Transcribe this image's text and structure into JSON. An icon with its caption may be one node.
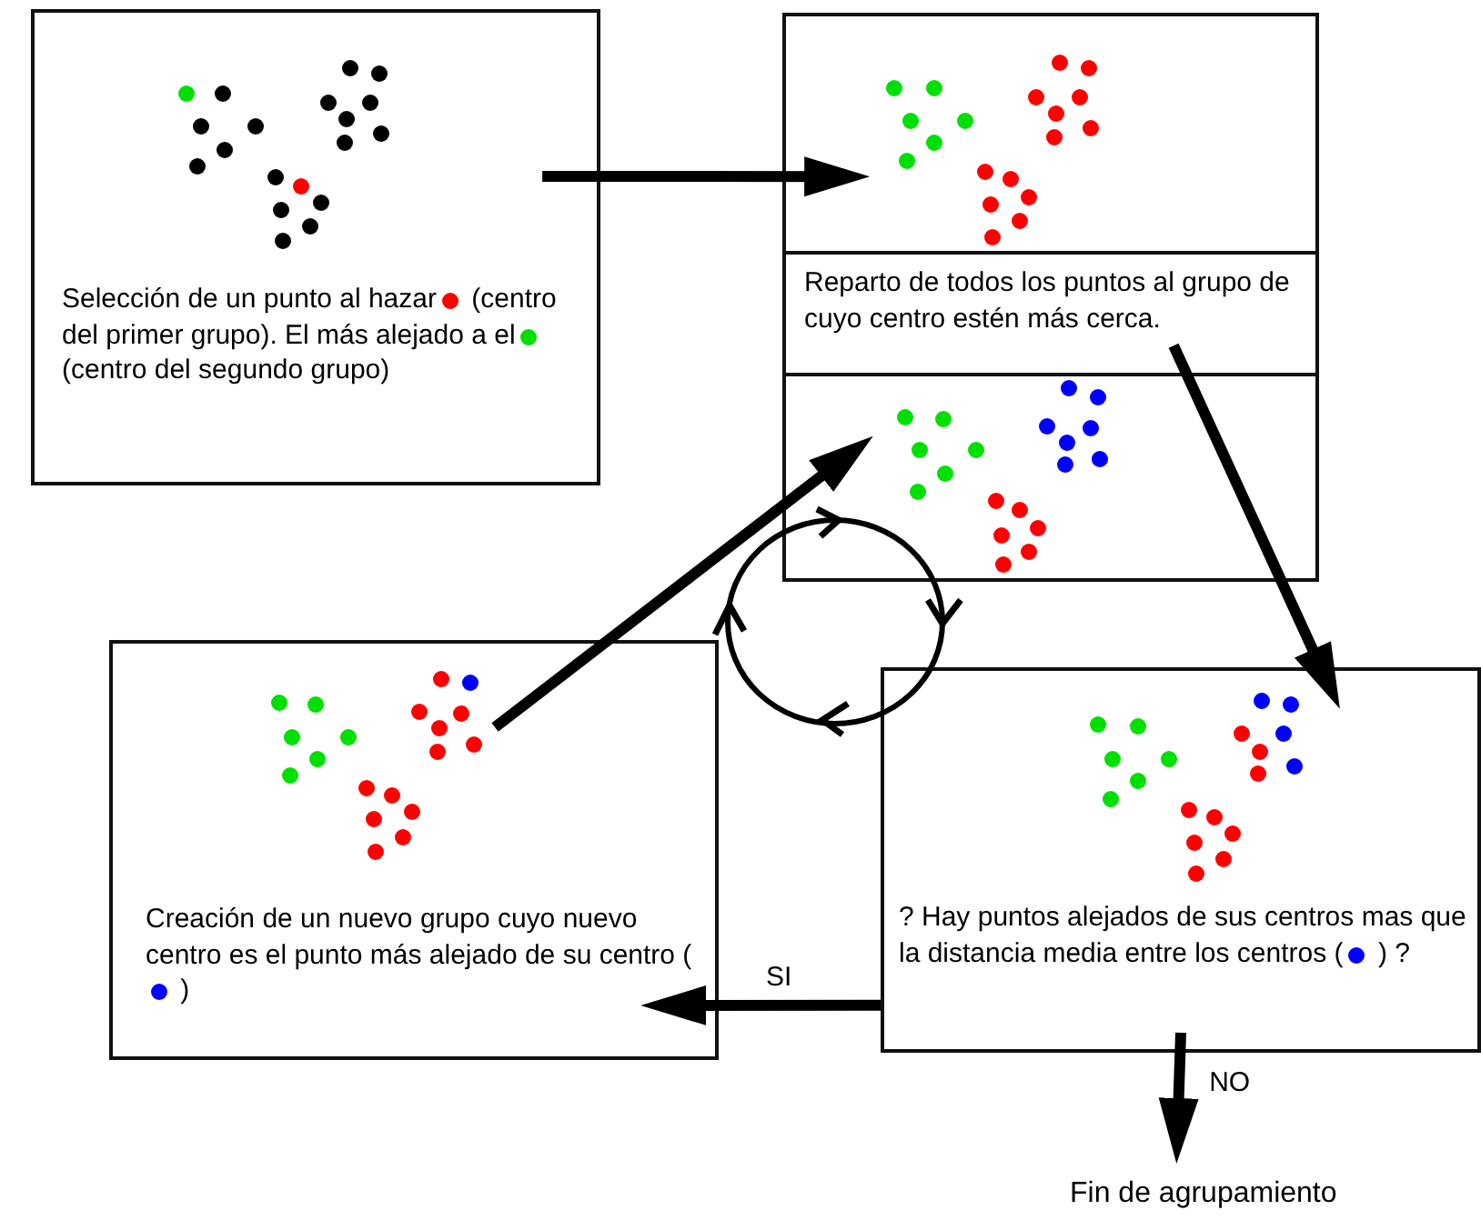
{
  "diagram": {
    "nodes": [
      {
        "text": [
          "Selección de un punto al hazar",
          "(centro del primer grupo). El más alejado a el",
          "(centro del segundo grupo)"
        ]
      },
      {
        "text": [
          "Reparto de todos los puntos al grupo de cuyo centro estén más cerca."
        ]
      },
      {
        "text": [
          "Creación de un nuevo grupo cuyo nuevo centro es el punto más alejado de su centro (",
          ")"
        ]
      },
      {
        "text": [
          "? Hay puntos alejados de sus centros mas que la distancia media entre los centros (",
          ") ?"
        ]
      },
      {
        "text": [
          "Fin de agrupamiento"
        ]
      }
    ],
    "edges": [
      {
        "from": 0,
        "to": 1,
        "arrow": "to"
      },
      {
        "from": 1,
        "to": 3,
        "arrow": "to"
      },
      {
        "from": 3,
        "to": 2,
        "arrow": "to",
        "label": "SI"
      },
      {
        "from": 2,
        "to": 1,
        "arrow": "to"
      },
      {
        "from": 3,
        "to": 4,
        "arrow": "to",
        "label": "NO"
      }
    ]
  }
}
